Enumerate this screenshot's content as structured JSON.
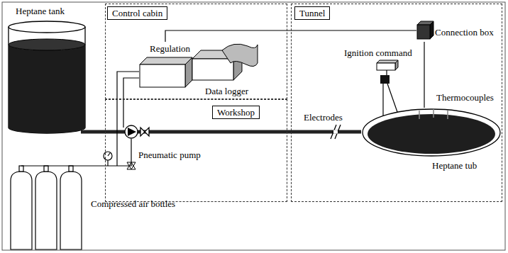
{
  "diagram": {
    "nodes": [
      {
        "text": [
          "Heptane tank"
        ]
      },
      {
        "text": [
          "Control cabin"
        ]
      },
      {
        "text": [
          "Regulation"
        ],
        "in": 1
      },
      {
        "text": [
          "Data logger"
        ],
        "in": 1
      },
      {
        "text": [
          "Workshop"
        ]
      },
      {
        "text": [
          "Tunnel"
        ]
      },
      {
        "text": [
          "Connection box"
        ],
        "in": 5
      },
      {
        "text": [
          "Ignition command"
        ],
        "in": 5
      },
      {
        "text": [
          "Heptane tub"
        ],
        "in": 5
      }
    ],
    "edges": [
      {
        "from": 0,
        "to": 8,
        "arrow": "none"
      },
      {
        "from": 2,
        "to": 6,
        "arrow": "none"
      },
      {
        "from": 6,
        "to": 8,
        "arrow": "none"
      }
    ],
    "labels": [
      "Pneumatic pump",
      "Compressed air bottles",
      "Electrodes",
      "Thermocouples"
    ]
  }
}
